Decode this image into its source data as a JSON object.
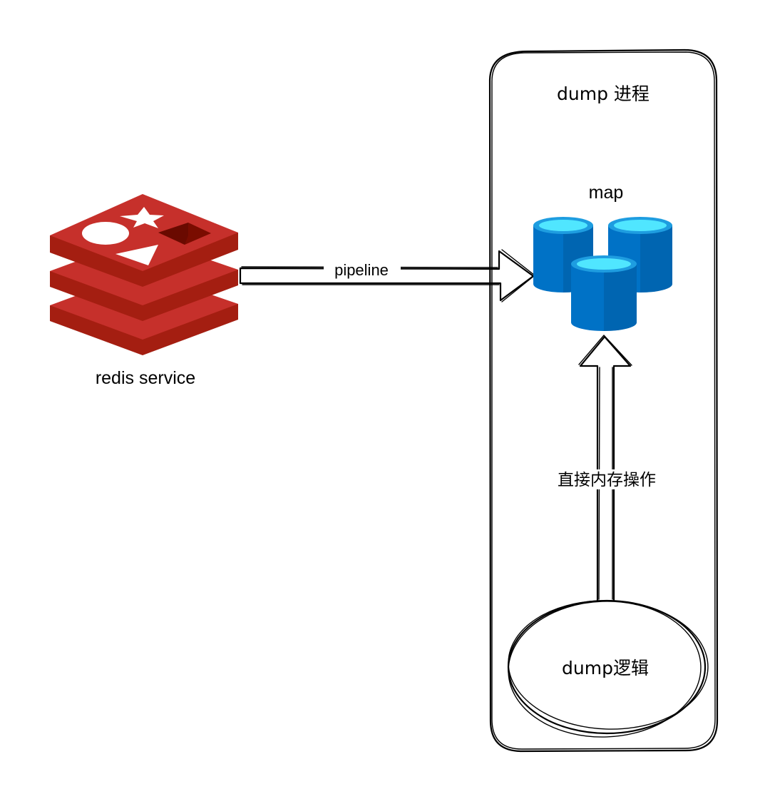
{
  "diagram": {
    "redis": {
      "label": "redis service",
      "icon": "redis-logo-icon",
      "colors": {
        "top": "#c6302b",
        "side": "#a41e11",
        "dark": "#7a0c00",
        "mark": "#ffffff"
      }
    },
    "pipeline_arrow": {
      "label": "pipeline"
    },
    "process": {
      "title": "dump 进程"
    },
    "map": {
      "label": "map",
      "icon": "database-cylinder-icon",
      "colors": {
        "body": "#0072c6",
        "body_dark": "#005ba1",
        "top_ring": "#1e9de0",
        "top_fill": "#50e6ff"
      }
    },
    "memory_arrow": {
      "label": "直接内存操作"
    },
    "dump_logic": {
      "label": "dump逻辑"
    }
  }
}
